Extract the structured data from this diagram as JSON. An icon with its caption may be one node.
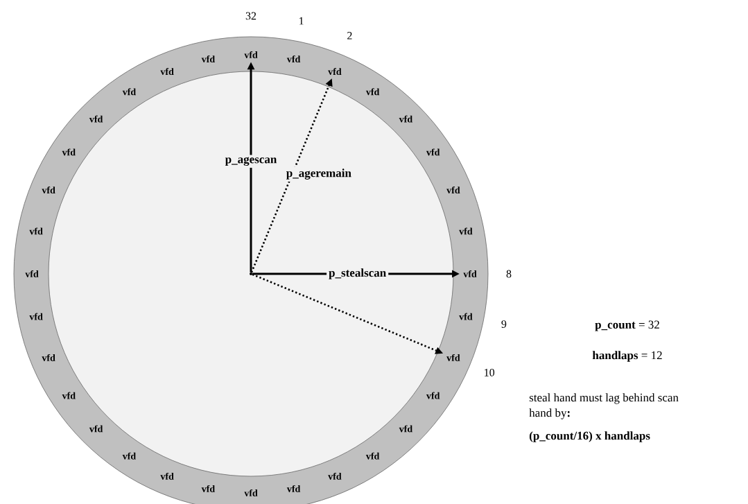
{
  "diagram": {
    "nodes": [
      {
        "text": [],
        "shape": "circle"
      },
      {
        "text": [],
        "shape": "circle",
        "in": 0
      },
      {
        "text": [
          "vfd"
        ],
        "beside": [
          "32"
        ],
        "in": 0
      },
      {
        "text": [
          "vfd"
        ],
        "beside": [
          "1"
        ],
        "in": 0
      },
      {
        "text": [
          "vfd"
        ],
        "beside": [
          "2"
        ],
        "in": 0
      },
      {
        "text": [
          "vfd"
        ],
        "in": 0
      },
      {
        "text": [
          "vfd"
        ],
        "in": 0
      },
      {
        "text": [
          "vfd"
        ],
        "in": 0
      },
      {
        "text": [
          "vfd"
        ],
        "in": 0
      },
      {
        "text": [
          "vfd"
        ],
        "in": 0
      },
      {
        "text": [
          "vfd"
        ],
        "beside": [
          "8"
        ],
        "in": 0
      },
      {
        "text": [
          "vfd"
        ],
        "beside": [
          "9"
        ],
        "in": 0
      },
      {
        "text": [
          "vfd"
        ],
        "beside": [
          "10"
        ],
        "in": 0
      },
      {
        "text": [
          "vfd"
        ],
        "in": 0
      },
      {
        "text": [
          "vfd"
        ],
        "in": 0
      },
      {
        "text": [
          "vfd"
        ],
        "in": 0
      },
      {
        "text": [
          "vfd"
        ],
        "in": 0
      },
      {
        "text": [
          "vfd"
        ],
        "in": 0
      },
      {
        "text": [
          "vfd"
        ],
        "in": 0
      },
      {
        "text": [
          "vfd"
        ],
        "in": 0
      },
      {
        "text": [
          "vfd"
        ],
        "in": 0
      },
      {
        "text": [
          "vfd"
        ],
        "in": 0
      },
      {
        "text": [
          "vfd"
        ],
        "in": 0
      },
      {
        "text": [
          "vfd"
        ],
        "in": 0
      },
      {
        "text": [
          "vfd"
        ],
        "in": 0
      },
      {
        "text": [
          "vfd"
        ],
        "in": 0
      },
      {
        "text": [
          "vfd"
        ],
        "in": 0
      },
      {
        "text": [
          "vfd"
        ],
        "in": 0
      },
      {
        "text": [
          "vfd"
        ],
        "in": 0
      },
      {
        "text": [
          "vfd"
        ],
        "in": 0
      },
      {
        "text": [
          "vfd"
        ],
        "in": 0
      },
      {
        "text": [
          "vfd"
        ],
        "in": 0
      },
      {
        "text": [
          "vfd"
        ],
        "in": 0
      },
      {
        "text": [
          "vfd"
        ],
        "in": 0
      }
    ],
    "edges": [
      {
        "from": 1,
        "to": 2,
        "arrow": "to",
        "label": "p_agescan"
      },
      {
        "from": 1,
        "to": 4,
        "arrow": "to",
        "label": "p_ageremain",
        "style": "dashed"
      },
      {
        "from": 1,
        "to": 10,
        "arrow": "to",
        "label": "p_stealscan"
      },
      {
        "from": 1,
        "to": 12,
        "arrow": "to",
        "style": "dashed"
      }
    ],
    "labels": [
      "**p_count** = 32",
      "**handlaps** = 12",
      "steal hand must lag behind scan hand by**:**",
      "(p_count/16) x handlaps"
    ]
  }
}
